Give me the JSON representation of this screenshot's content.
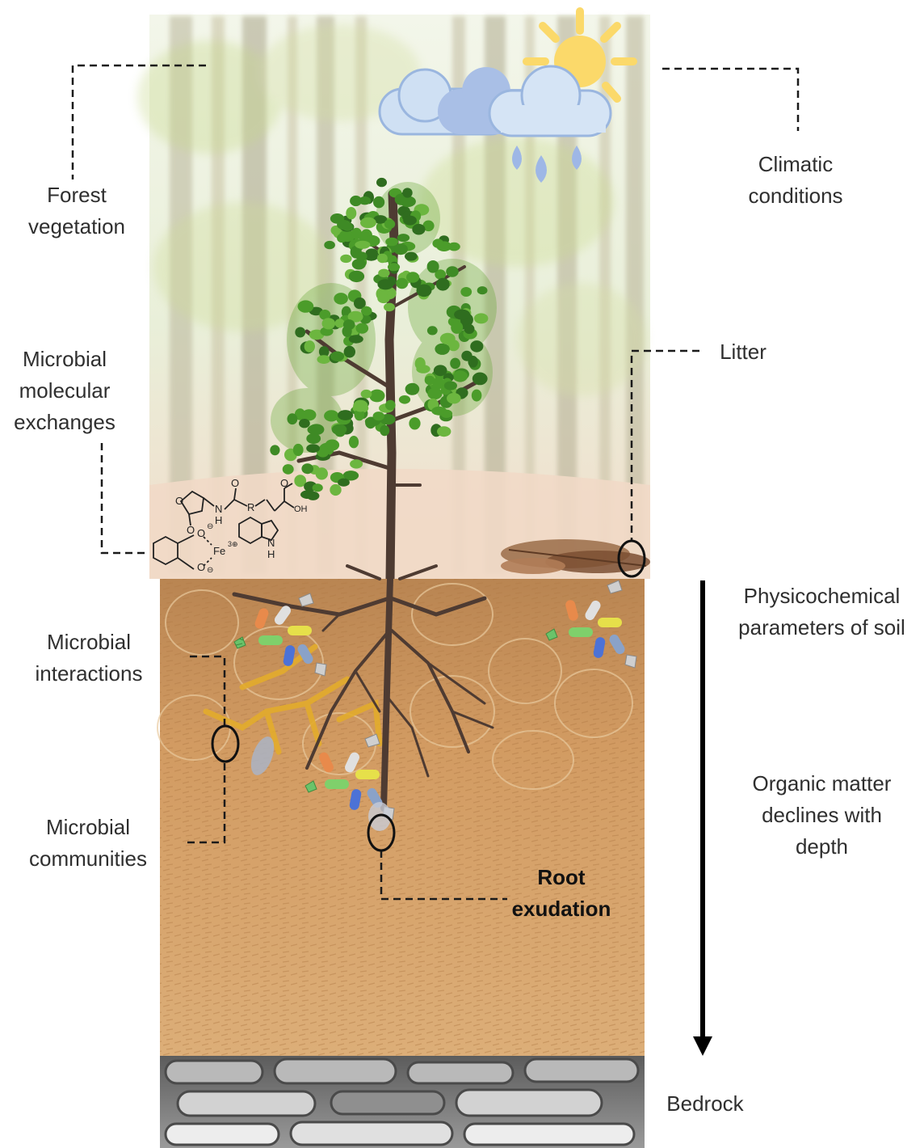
{
  "labels": {
    "forest_vegetation": [
      "Forest",
      "vegetation"
    ],
    "climatic_conditions": [
      "Climatic",
      "conditions"
    ],
    "litter": [
      "Litter"
    ],
    "microbial_molecular_exchanges": [
      "Microbial",
      "molecular",
      "exchanges"
    ],
    "physicochemical_parameters": [
      "Physicochemical",
      "parameters of soil"
    ],
    "microbial_interactions": [
      "Microbial",
      "interactions"
    ],
    "organic_matter": [
      "Organic matter",
      "declines with",
      "depth"
    ],
    "microbial_communities": [
      "Microbial",
      "communities"
    ],
    "root_exudation": [
      "Root",
      "exudation"
    ],
    "bedrock": [
      "Bedrock"
    ]
  },
  "chemistry": {
    "charge_minus": "⊖",
    "iron": "Fe",
    "iron_charge": "3⊕",
    "atom_o": "O",
    "atom_n": "N",
    "atom_h": "H",
    "atom_r": "R",
    "group_oh": "OH"
  },
  "colors": {
    "forest_sky": "#eef3e2",
    "forest_floor": "#f1dccb",
    "soil": "#d5a56f",
    "soil_dark": "#b98552",
    "bedrock": "#7a7a7a",
    "trunk": "#4e3b32",
    "foliage": "#4b9c2a",
    "foliage_dark": "#2f6d1f",
    "cloud": "#cfe0f3",
    "cloud_dark": "#a9bfe6",
    "sun": "#fbd96a",
    "rain": "#9eb7e6",
    "fungi": "#e3ac2c",
    "leader_line": "#1a1a1a"
  }
}
